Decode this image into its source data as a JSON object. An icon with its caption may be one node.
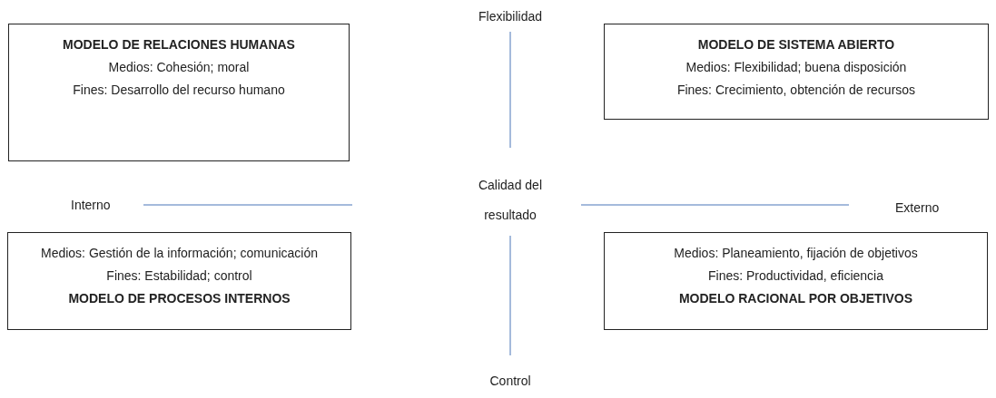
{
  "diagram": {
    "nodes": [
      {
        "text": [
          "MODELO DE RELACIONES HUMANAS",
          "Medios: Cohesión; moral",
          "Fines: Desarrollo del recurso humano"
        ]
      },
      {
        "text": [
          "MODELO DE SISTEMA ABIERTO",
          "Medios: Flexibilidad; buena disposición",
          "Fines: Crecimiento, obtención de recursos"
        ]
      },
      {
        "text": [
          "Medios: Gestión de la información; comunicación",
          "Fines: Estabilidad; control",
          "MODELO DE PROCESOS INTERNOS"
        ]
      },
      {
        "text": [
          "Medios: Planeamiento, fijación de objetivos",
          "Fines: Productividad, eficiencia",
          "MODELO RACIONAL POR OBJETIVOS"
        ]
      }
    ],
    "edges": [],
    "labels": [
      "Flexibilidad",
      "Interno",
      "Calidad del resultado",
      "Externo",
      "Control"
    ]
  }
}
